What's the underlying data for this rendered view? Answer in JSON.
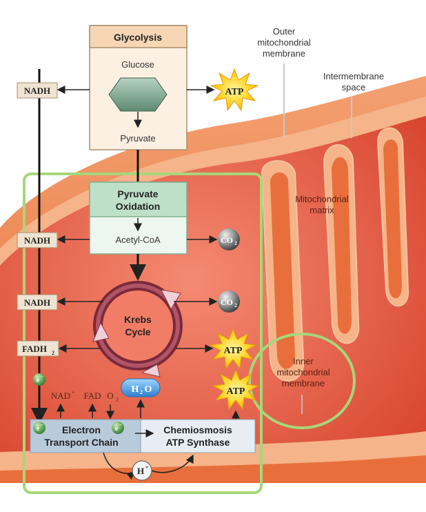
{
  "labels": {
    "outer_membrane": [
      "Outer",
      "mitochondrial",
      "membrane"
    ],
    "intermembrane": [
      "Intermembrane",
      "space"
    ],
    "matrix": [
      "Mitochondrial",
      "matrix"
    ],
    "inner_membrane": [
      "Inner",
      "mitochondrial",
      "membrane"
    ]
  },
  "glycolysis": {
    "title": "Glycolysis",
    "input": "Glucose",
    "output": "Pyruvate"
  },
  "pyruvate_oxidation": {
    "title": [
      "Pyruvate",
      "Oxidation"
    ],
    "output": "Acetyl-CoA"
  },
  "krebs": [
    "Krebs",
    "Cycle"
  ],
  "carriers": {
    "nadh": "NADH",
    "fadh2": "FADH",
    "fadh2_sub": "2"
  },
  "products": {
    "atp": "ATP",
    "co2": "CO",
    "co2_sub": "2",
    "h2o_a": "H",
    "h2o_sub": "2",
    "h2o_b": "O"
  },
  "inputs": {
    "nad": "NAD",
    "nad_sup": "+",
    "fad": "FAD",
    "o2": "O",
    "o2_sub": "2"
  },
  "electron": {
    "symbol": "e",
    "sup": "−"
  },
  "proton": {
    "symbol": "H",
    "sup": "+"
  },
  "etc": [
    "Electron",
    "Transport Chain"
  ],
  "chemiosmosis": [
    "Chemiosmosis",
    "ATP Synthase"
  ],
  "colors": {
    "membrane_orange": "#f08a52",
    "matrix_red": "#e2553f",
    "highlight_green": "#a6d77a",
    "glycolysis_header": "#f6d6b5",
    "oxidation_header": "#bfe0c8",
    "etc_box": "#b9cadb",
    "atp_star": "#ffd21a"
  }
}
